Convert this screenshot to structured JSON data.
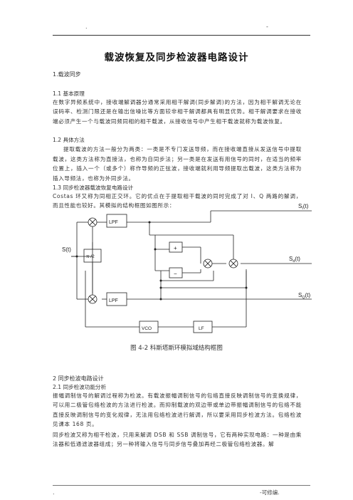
{
  "header": {
    "dot_left": ".",
    "dot_right": "-"
  },
  "title": "载波恢复及同步检波器电路设计",
  "s1": "1.载波同步",
  "s11_head": "1.1 基本原理",
  "p1": "在数字异频系统中，接收端解调器分通常采用相干解调(同步解调)的方法，因为相干解调无论在误码率、检测门限还是在输出信噪比等方面较非相干解调都具有明显优势。相干解调要求在接收端必须产生一个与载波同频同相的相干载波，从接收信号中产生相干载波就称为载波恢复。",
  "s12_head": "1.2 具体方法",
  "p2": "提取载波的方法一般分为两类：一类是不专门发送导频，而在接收端直接从发送信号中提取载波，这类方法称为直接法，也称为自同步法；另一类是在发送有用信号的同时，在适当的频率位置上，插入一个（或多个）称作导频的正弦波，接收端就利用导频提取出载波，这类方法称为插入导频法，也称为外同步法。",
  "s13_head": "1.3 同步检波器载波恢复电路设计",
  "p3": "Costas 环又称为同相正交环。它的优点在于提取相干载波的同时完成了对 I、Q 两路的解调，而且性能也较好。其模拟的结构框图如图所示：",
  "diagram": {
    "st_label": "S(t)",
    "lpf_top": "LPF",
    "lpf_bottom": "LPF",
    "phase_shift": "π /2",
    "plus": "+",
    "minus": "−",
    "vco": "VCO",
    "lf": "LF",
    "si": "S",
    "si_sub": "I",
    "si_paren": "(t)",
    "sd": "S",
    "sd_sub": "d",
    "sd_paren": "(t)",
    "sq": "S",
    "sq_sub": "Q",
    "sq_paren": "(t)"
  },
  "figure_caption": "图 4-2    科斯塔斯环模拟域结构框图",
  "s2": "2 同步检波电路设计",
  "s21_head": "2.1 同步检波功能分析",
  "p4": "振幅调制信号的解调过程称为检波。有载波振幅调制信号的包络直接反映调制信号的变换规律，可以用二极管包络检波的方法进行检波。而抑制载波的双边带或单边带振幅调制信号的包络不能直接反映调制信号的变化规律，无法用包络检波进行解调，所以要采用同步检波方法。包络检波见课本 168 页。",
  "p5": "同步检波又称为相干检波，只用来解调 DSB 和 SSB 调制信号，它有两种实现电路：一种是由乘法器和低通滤波器组成；另一种将输入信号与同步信号叠加再经二极管包络检波器。解",
  "footer": {
    "left": ".",
    "right": "-可修编."
  }
}
